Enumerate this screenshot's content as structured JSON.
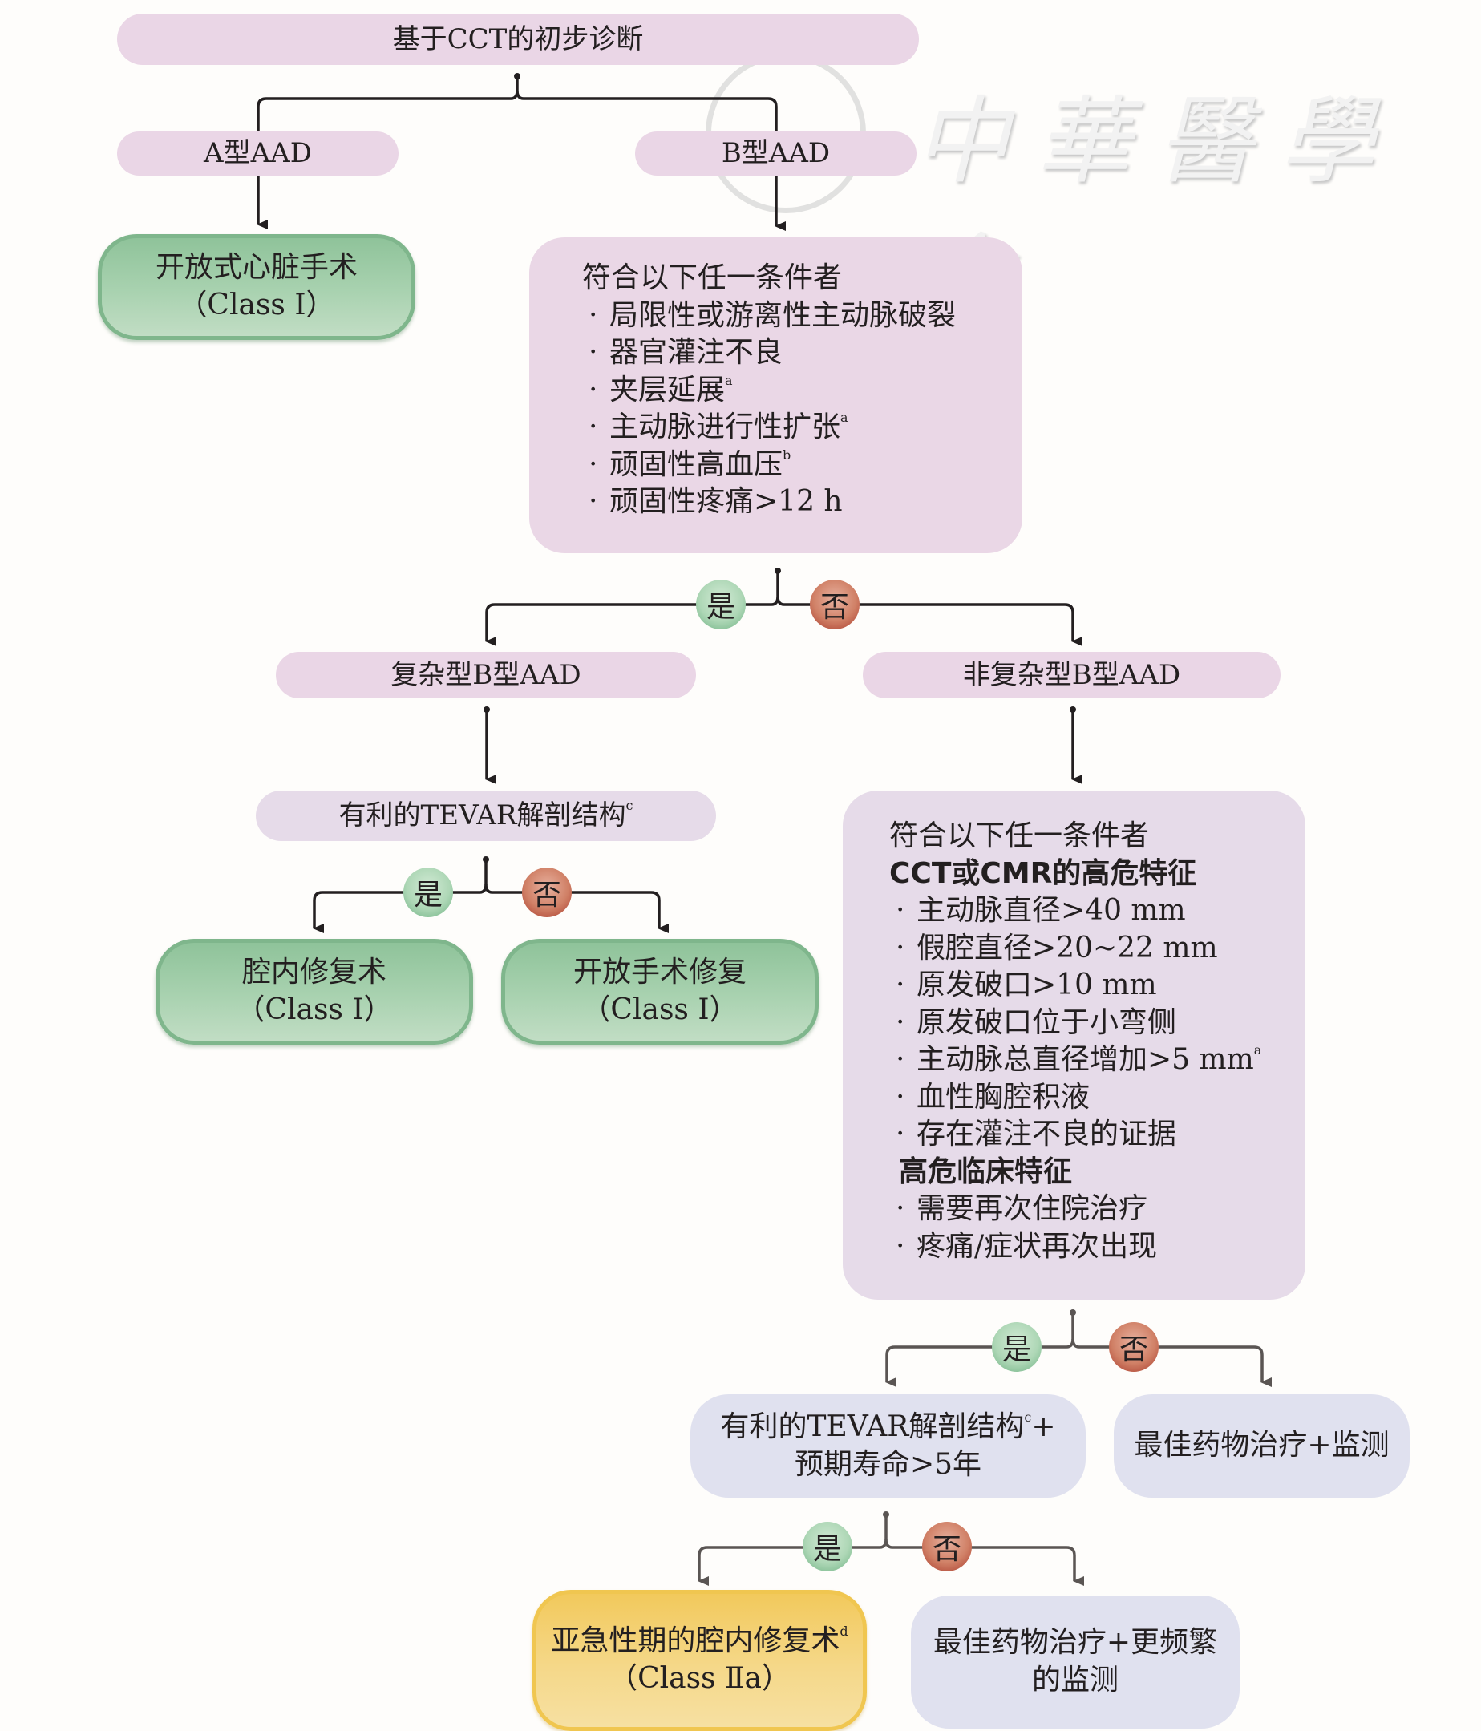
{
  "watermark": {
    "text": "中華醫學會",
    "seal_icon": "cma-seal-icon"
  },
  "badges": {
    "yes": "是",
    "no": "否"
  },
  "nodes": {
    "initial_diagnosis": "基于CCT的初步诊断",
    "type_a": "A型AAD",
    "type_b": "B型AAD",
    "open_heart": {
      "line1": "开放式心脏手术",
      "line2": "（Class Ⅰ）"
    },
    "type_b_criteria": {
      "heading": "符合以下任一条件者",
      "items": [
        {
          "text": "局限性或游离性主动脉破裂",
          "sup": ""
        },
        {
          "text": "器官灌注不良",
          "sup": ""
        },
        {
          "text": "夹层延展",
          "sup": "a"
        },
        {
          "text": "主动脉进行性扩张",
          "sup": "a"
        },
        {
          "text": "顽固性高血压",
          "sup": "b"
        },
        {
          "text": "顽固性疼痛>12 h",
          "sup": ""
        }
      ]
    },
    "complicated_b": "复杂型B型AAD",
    "uncomplicated_b": "非复杂型B型AAD",
    "favorable_tevar": {
      "text": "有利的TEVAR解剖结构",
      "sup": "c"
    },
    "endovascular_repair": {
      "line1": "腔内修复术",
      "line2": "（Class Ⅰ）"
    },
    "open_surgical_repair": {
      "line1": "开放手术修复",
      "line2": "（Class Ⅰ）"
    },
    "high_risk_criteria": {
      "heading": "符合以下任一条件者",
      "imaging_heading": "CCT或CMR的高危特征",
      "imaging_items": [
        {
          "text": "主动脉直径>40 mm",
          "sup": ""
        },
        {
          "text": "假腔直径>20~22 mm",
          "sup": ""
        },
        {
          "text": "原发破口>10 mm",
          "sup": ""
        },
        {
          "text": "原发破口位于小弯侧",
          "sup": ""
        },
        {
          "text": "主动脉总直径增加>5 mm",
          "sup": "a"
        },
        {
          "text": "血性胸腔积液",
          "sup": ""
        },
        {
          "text": "存在灌注不良的证据",
          "sup": ""
        }
      ],
      "clinical_heading": "高危临床特征",
      "clinical_items": [
        {
          "text": "需要再次住院治疗",
          "sup": ""
        },
        {
          "text": "疼痛/症状再次出现",
          "sup": ""
        }
      ]
    },
    "tevar_life_expectancy": {
      "line1": "有利的TEVAR解剖结构",
      "line1_sup": "c",
      "line1_suffix": "+",
      "line2": "预期寿命>5年"
    },
    "best_medical_monitoring": "最佳药物治疗+监测",
    "subacute_endovascular": {
      "line1": "亚急性期的腔内修复术",
      "line1_sup": "d",
      "line2": "（Class Ⅱa）"
    },
    "best_medical_frequent": {
      "line1": "最佳药物治疗+更频繁",
      "line2": "的监测"
    }
  },
  "colors": {
    "pill_pink": "#ead6e6",
    "outcome_green": "#a9d2b0",
    "outcome_yellow": "#f5d889",
    "neutral_lavender": "#e0e1ef",
    "yes_badge": "#aed7b6",
    "no_badge": "#d08066",
    "connector": "#231f20"
  }
}
